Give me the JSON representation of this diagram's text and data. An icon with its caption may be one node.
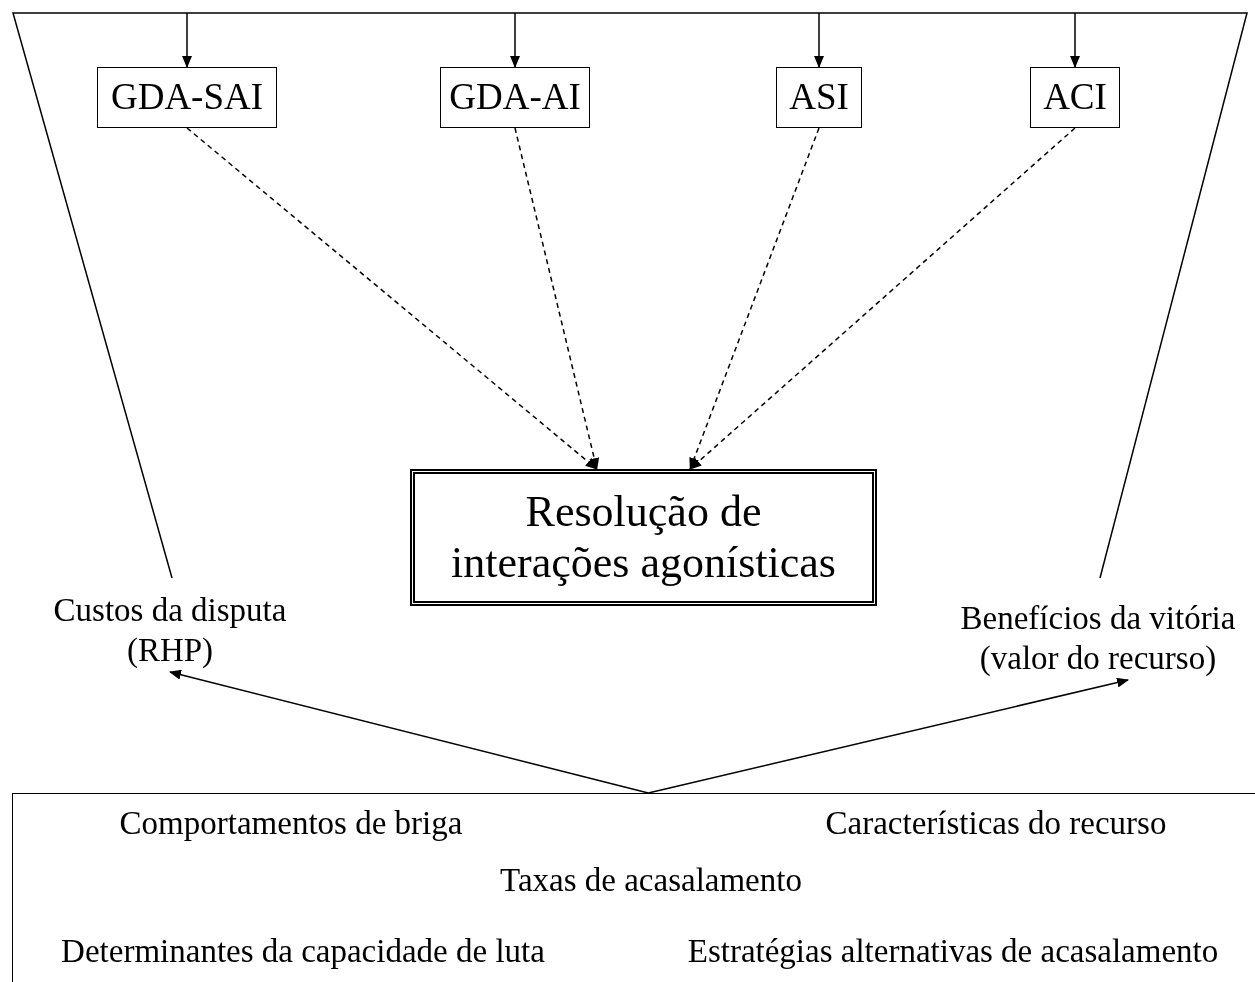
{
  "diagram": {
    "nodes": [
      {
        "text": [],
        "shape": "funnel"
      },
      {
        "text": [
          "GDA-SAI"
        ],
        "in": 0
      },
      {
        "text": [
          "GDA-AI"
        ],
        "in": 0
      },
      {
        "text": [
          "ASI"
        ],
        "in": 0
      },
      {
        "text": [
          "ACI"
        ],
        "in": 0
      },
      {
        "text": [
          "Resolução de interações agonísticas"
        ]
      },
      {
        "text": [
          "Custos da disputa (RHP)"
        ]
      },
      {
        "text": [
          "Benefícios da vitória (valor do recurso)"
        ]
      },
      {
        "text": [
          "Comportamentos de briga",
          "Características do recurso",
          "Taxas de acasalamento",
          "Determinantes da capacidade de luta",
          "Estratégias alternativas de acasalamento"
        ]
      }
    ],
    "edges": [
      {
        "from": 0,
        "to": 1,
        "arrow": "to"
      },
      {
        "from": 0,
        "to": 2,
        "arrow": "to"
      },
      {
        "from": 0,
        "to": 3,
        "arrow": "to"
      },
      {
        "from": 0,
        "to": 4,
        "arrow": "to"
      },
      {
        "from": 1,
        "to": 5,
        "arrow": "to",
        "style": "dashed"
      },
      {
        "from": 2,
        "to": 5,
        "arrow": "to",
        "style": "dashed"
      },
      {
        "from": 3,
        "to": 5,
        "arrow": "to",
        "style": "dashed"
      },
      {
        "from": 4,
        "to": 5,
        "arrow": "to",
        "style": "dashed"
      },
      {
        "from": 8,
        "to": 6,
        "arrow": "to"
      },
      {
        "from": 8,
        "to": 7,
        "arrow": "to"
      }
    ]
  }
}
